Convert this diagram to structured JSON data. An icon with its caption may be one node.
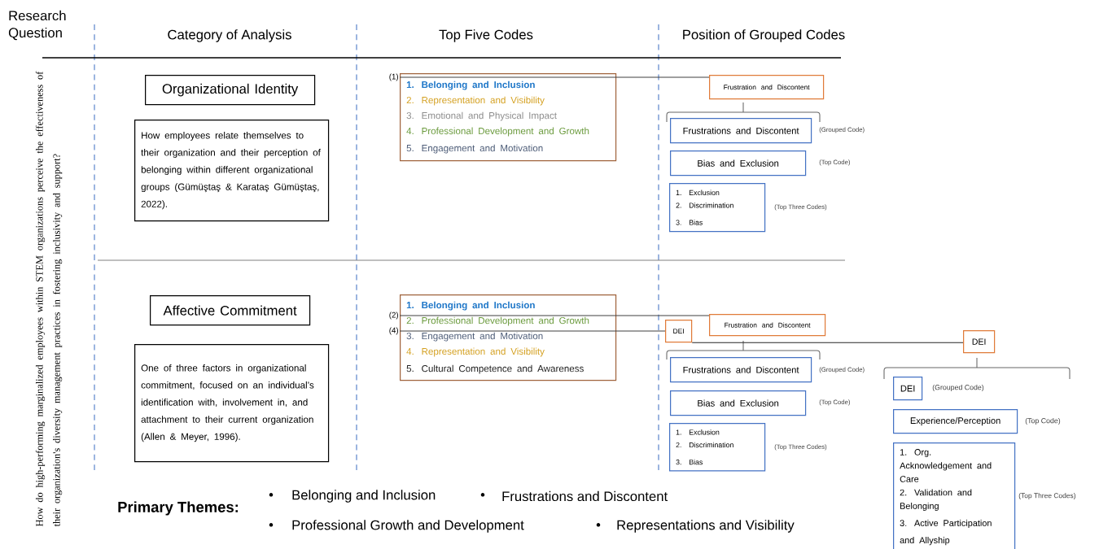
{
  "diagram": {
    "nodes": [
      {
        "text": [
          "Organizational Identity"
        ]
      },
      {
        "text": [
          "How employees relate themselves to their organization and their perception of belonging within different organizational groups (Gümüştaş & Karataş Gümüştaş, 2022)."
        ]
      },
      {
        "text": [
          "1. Belonging and Inclusion",
          "2. Representation and Visibility",
          "3. Emotional and Physical Impact",
          "4. Professional Development and Growth",
          "5. Engagement and Motivation"
        ]
      },
      {
        "text": [
          "Frustration and Discontent"
        ]
      },
      {
        "text": [
          "Frustrations and Discontent"
        ],
        "beside": [
          "(Grouped Code)"
        ]
      },
      {
        "text": [
          "Bias and Exclusion"
        ],
        "beside": [
          "(Top Code)"
        ]
      },
      {
        "text": [
          "1. Exclusion",
          "2. Discrimination",
          "3. Bias"
        ],
        "beside": [
          "(Top Three Codes)"
        ]
      },
      {
        "text": [
          "Affective Commitment"
        ]
      },
      {
        "text": [
          "One of three factors in organizational commitment, focused on an individual’s identification with, involvement in, and attachment to their current organization (Allen & Meyer, 1996)."
        ]
      },
      {
        "text": [
          "1. Belonging and Inclusion",
          "2. Professional Development and Growth",
          "3. Engagement and Motivation",
          "4. Representation and Visibility",
          "5. Cultural Competence and Awareness"
        ]
      },
      {
        "text": [
          "DEI"
        ]
      },
      {
        "text": [
          "Frustration and Discontent"
        ]
      },
      {
        "text": [
          "DEI"
        ]
      },
      {
        "text": [
          "Frustrations and Discontent"
        ],
        "beside": [
          "(Grouped Code)"
        ]
      },
      {
        "text": [
          "Bias and Exclusion"
        ],
        "beside": [
          "(Top Code)"
        ]
      },
      {
        "text": [
          "1. Exclusion",
          "2. Discrimination",
          "3. Bias"
        ],
        "beside": [
          "(Top Three Codes)"
        ]
      },
      {
        "text": [
          "DEI"
        ],
        "beside": [
          "(Grouped Code)"
        ]
      },
      {
        "text": [
          "Experience/Perception"
        ],
        "beside": [
          "(Top Code)"
        ]
      },
      {
        "text": [
          "1. Org. Acknowledgement and Care",
          "2. Validation and Belonging",
          "3. Active Participation and Allyship"
        ],
        "beside": [
          "(Top Three Codes)"
        ]
      }
    ],
    "edges": [
      {
        "from": 2,
        "to": 3,
        "arrow": "none",
        "label": "(1)"
      },
      {
        "from": 9,
        "to": 11,
        "arrow": "none",
        "label": "(2)"
      },
      {
        "from": 9,
        "to": 10,
        "arrow": "none",
        "label": "(4)"
      },
      {
        "from": 10,
        "to": 12,
        "arrow": "none"
      }
    ],
    "labels": [
      "Research Question",
      "Category of Analysis",
      "Top Five Codes",
      "Position of Grouped Codes",
      "How do high-performing marginalized employees within STEM organizations perceive the effectiveness of their organization's diversity management practices in fostering inclusivity and support?",
      "Primary Themes:",
      "•",
      "Belonging and Inclusion",
      "•",
      "Frustrations and Discontent",
      "•",
      "Professional Growth and Development",
      "•",
      "Representations and Visibility"
    ]
  }
}
